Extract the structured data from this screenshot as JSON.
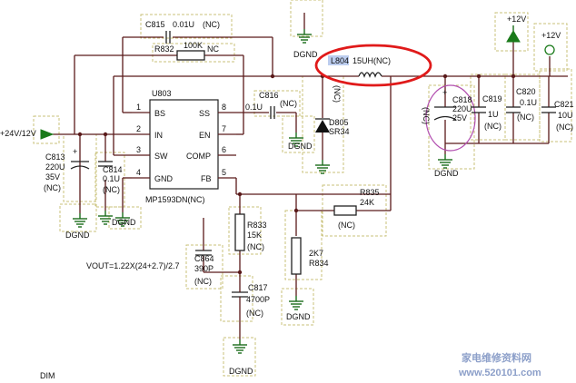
{
  "components": {
    "u803": {
      "ref": "U803",
      "part": "MP1593DN(NC)",
      "pins": [
        {
          "num": "1",
          "name": "BS"
        },
        {
          "num": "2",
          "name": "IN"
        },
        {
          "num": "3",
          "name": "SW"
        },
        {
          "num": "4",
          "name": "GND"
        },
        {
          "num": "8",
          "name": "SS"
        },
        {
          "num": "7",
          "name": "EN"
        },
        {
          "num": "6",
          "name": "COMP"
        },
        {
          "num": "5",
          "name": "FB"
        }
      ]
    },
    "c815": {
      "ref": "C815",
      "value": "0.01U",
      "note": "(NC)"
    },
    "r832": {
      "ref": "R832",
      "value": "100K",
      "note": "NC"
    },
    "c816": {
      "ref": "C816",
      "value": "0.1U",
      "note": "(NC)"
    },
    "l804": {
      "ref": "L804",
      "value": "15UH(NC)"
    },
    "d805": {
      "ref": "D805",
      "value": "SR34",
      "note": "(NC)"
    },
    "c818": {
      "ref": "C818",
      "value": "220U",
      "voltage": "25V",
      "note": "(NC)"
    },
    "c819": {
      "ref": "C819",
      "value": "1U",
      "note": "(NC)"
    },
    "c820": {
      "ref": "C820",
      "value": "0.1U",
      "note": "(NC)"
    },
    "c821": {
      "ref": "C821",
      "value": "10U",
      "note": "(NC)"
    },
    "c813": {
      "ref": "C813",
      "value": "220U",
      "voltage": "35V",
      "note": "(NC)"
    },
    "c814": {
      "ref": "C814",
      "value": "0.1U",
      "note": "(NC)"
    },
    "r833": {
      "ref": "R833",
      "value": "15K",
      "note": "(NC)"
    },
    "c864": {
      "ref": "C864",
      "value": "390P",
      "note": "(NC)"
    },
    "c817": {
      "ref": "C817",
      "value": "4700P",
      "note": "(NC)"
    },
    "r834": {
      "ref": "R834",
      "value": "2K7"
    },
    "r835": {
      "ref": "R835",
      "value": "24K",
      "note": "(NC)"
    }
  },
  "nets": {
    "in": "+24V/12V",
    "out1": "+12V",
    "out2": "+12V",
    "gnd": "DGND"
  },
  "formula": "VOUT=1.22X(24+2.7)/2.7",
  "corner_label": "DIM",
  "watermark": {
    "cn": "家电维修资料网",
    "url": "www.520101.com"
  },
  "colors": {
    "wire": "#5a1a1a",
    "ground": "#1a6b1a",
    "highlight": "#e01a1a",
    "circle": "#b24fb0",
    "frame": "#c9c27a"
  }
}
